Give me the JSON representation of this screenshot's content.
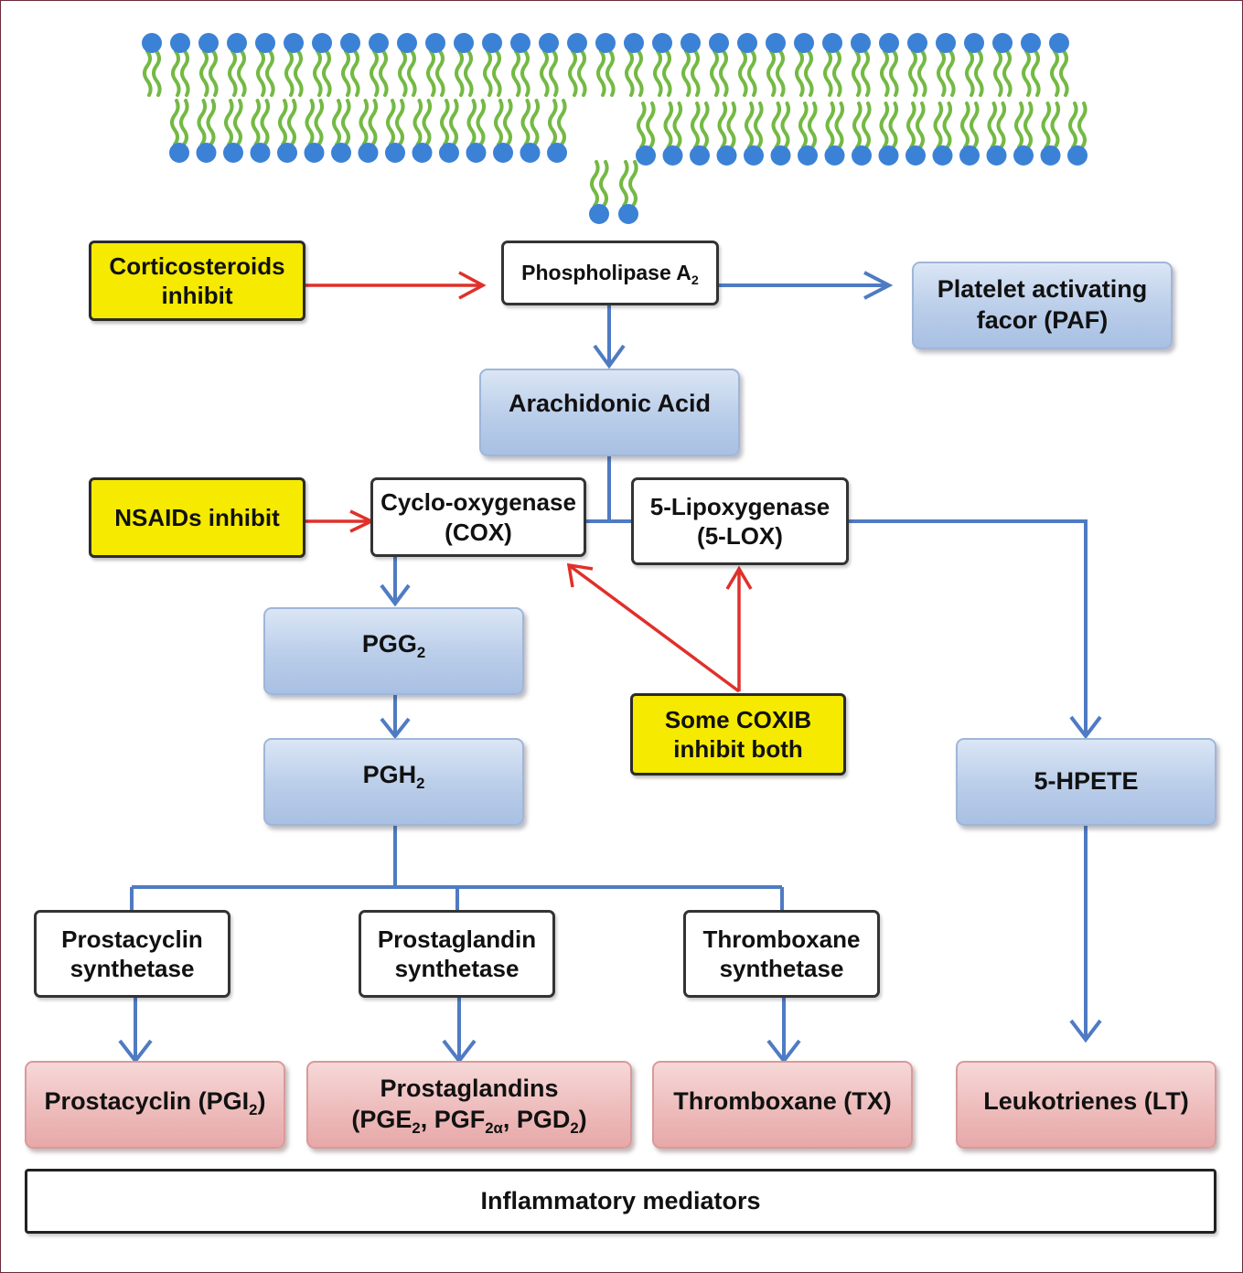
{
  "inhibitors": {
    "corticosteroids": [
      "Corticosteroids",
      "inhibit"
    ],
    "nsaids": "NSAIDs inhibit",
    "coxib": [
      "Some COXIB",
      "inhibit both"
    ]
  },
  "enzymes": {
    "phospholipase": "Phospholipase A",
    "phospholipase_sub": "2",
    "cox": [
      "Cyclo-oxygenase",
      "(COX)"
    ],
    "lox": [
      "5-Lipoxygenase",
      "(5-LOX)"
    ],
    "prostacyclin_synthetase": [
      "Prostacyclin",
      "synthetase"
    ],
    "prostaglandin_synthetase": [
      "Prostaglandin",
      "synthetase"
    ],
    "thromboxane_synthetase": [
      "Thromboxane",
      "synthetase"
    ]
  },
  "intermediates": {
    "paf": [
      "Platelet activating",
      "facor (PAF)"
    ],
    "arachidonic": "Arachidonic Acid",
    "pgg": "PGG",
    "pgg_sub": "2",
    "pgh": "PGH",
    "pgh_sub": "2",
    "hpete": "5-HPETE"
  },
  "mediators": {
    "prostacyclin_pre": "Prostacyclin (PGI",
    "prostacyclin_sub": "2",
    "prostacyclin_post": ")",
    "prostaglandins_title": "Prostaglandins",
    "pg_open": "(PGE",
    "pg_sub1": "2",
    "pg_mid1": ", PGF",
    "pg_sub2": "2α",
    "pg_mid2": ", PGD",
    "pg_sub3": "2",
    "pg_close": ")",
    "thromboxane": "Thromboxane (TX)",
    "leukotrienes": "Leukotrienes (LT)"
  },
  "footer": "Inflammatory mediators",
  "colors": {
    "inhibitor_fill": "#f5ea00",
    "intermediate_fill": "#bccfea",
    "mediator_fill": "#eebcbc",
    "pathway_arrow": "#4f7bc2",
    "inhibition_arrow": "#e0302a",
    "lipid_head": "#3b82d6",
    "lipid_tail": "#74b944"
  }
}
